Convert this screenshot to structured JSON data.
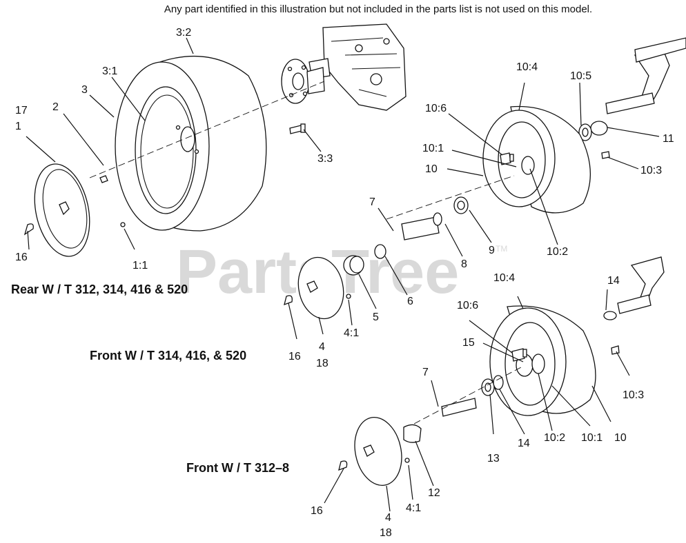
{
  "header_note": "Any part identified in this illustration but not included in the parts list is not used on this model.",
  "watermark": "PartsTree",
  "watermark_tm": "TM",
  "sections": {
    "rear": "Rear W / T 312, 314, 416 & 520",
    "front_a": "Front W / T 314, 416, & 520",
    "front_b": "Front W / T 312–8"
  },
  "labels": {
    "l3_2": "3:2",
    "l3_1": "3:1",
    "l3": "3",
    "l2": "2",
    "l17": "17",
    "l1": "1",
    "l3_3": "3:3",
    "l16a": "16",
    "l1_1": "1:1",
    "l10_4a": "10:4",
    "l10_5": "10:5",
    "l10_6a": "10:6",
    "l11": "11",
    "l10_1a": "10:1",
    "l10a": "10",
    "l10_3a": "10:3",
    "l10_2a": "10:2",
    "l7a": "7",
    "l9": "9",
    "l8": "8",
    "l6": "6",
    "l5": "5",
    "l4_1a": "4:1",
    "l16b": "16",
    "l4a": "4",
    "l18a": "18",
    "l10_4b": "10:4",
    "l14a": "14",
    "l10_6b": "10:6",
    "l15": "15",
    "l10_3b": "10:3",
    "l7b": "7",
    "l13": "13",
    "l14b": "14",
    "l10_2b": "10:2",
    "l10_1b": "10:1",
    "l10b": "10",
    "l12": "12",
    "l4_1b": "4:1",
    "l16c": "16",
    "l4b": "4",
    "l18b": "18"
  }
}
